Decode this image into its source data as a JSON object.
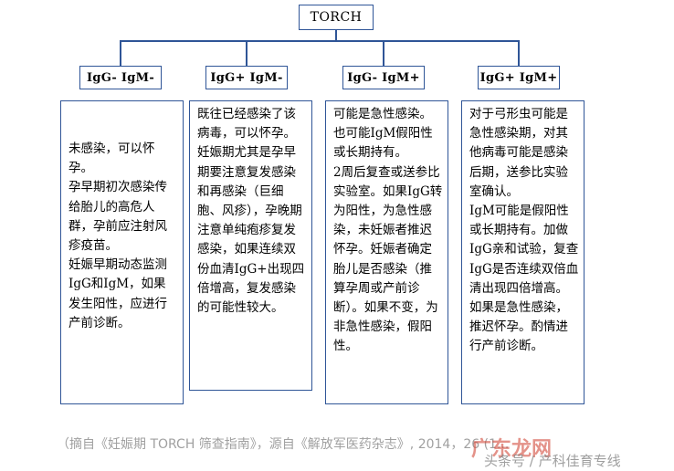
{
  "root": "TORCH",
  "columns": [
    {
      "header": "IgG- IgM-",
      "paragraphs": [
        "未感染，可以怀孕。",
        "孕早期初次感染传给胎儿的高危人群，孕前应注射风疹疫苗。",
        "妊娠早期动态监测IgG和IgM，如果发生阳性，应进行产前诊断。"
      ]
    },
    {
      "header": "IgG+ IgM-",
      "paragraphs": [
        "既往已经感染了该病毒，可以怀孕。",
        "妊娠期尤其是孕早期要注意复发感染和再感染（巨细胞、风疹），孕晚期注意单纯疱疹复发感染，如果连续双份血清IgG+出现四倍增高，复发感染的可能性较大。"
      ]
    },
    {
      "header": "IgG- IgM+",
      "paragraphs": [
        "可能是急性感染。",
        "也可能IgM假阳性或长期持有。",
        "2周后复查或送参比实验室。如果IgG转为阳性，为急性感染，未妊娠者推迟怀孕。妊娠者确定胎儿是否感染（推算孕周或产前诊断）。如果不变，为非急性感染，假阳性。"
      ]
    },
    {
      "header": "IgG+ IgM+",
      "paragraphs": [
        "对于弓形虫可能是急性感染期，对其他病毒可能是感染后期，送参比实验室确认。",
        "IgM可能是假阳性或长期持有。加做IgG亲和试验，复查IgG是否连续双倍血清出现四倍增高。",
        "如果是急性感染，推迟怀孕。酌情进行产前诊断。"
      ]
    }
  ],
  "source": "（摘自《妊娠期 TORCH 筛查指南》，源自《解放军医药杂志》, 2014，26 (1...",
  "watermark": {
    "brand": "广东龙网",
    "account": "头条号 / 产科佳育专线"
  },
  "colors": {
    "border": "#2f5597",
    "source_text": "#a0a0a0",
    "watermark": "#d34b3c"
  }
}
